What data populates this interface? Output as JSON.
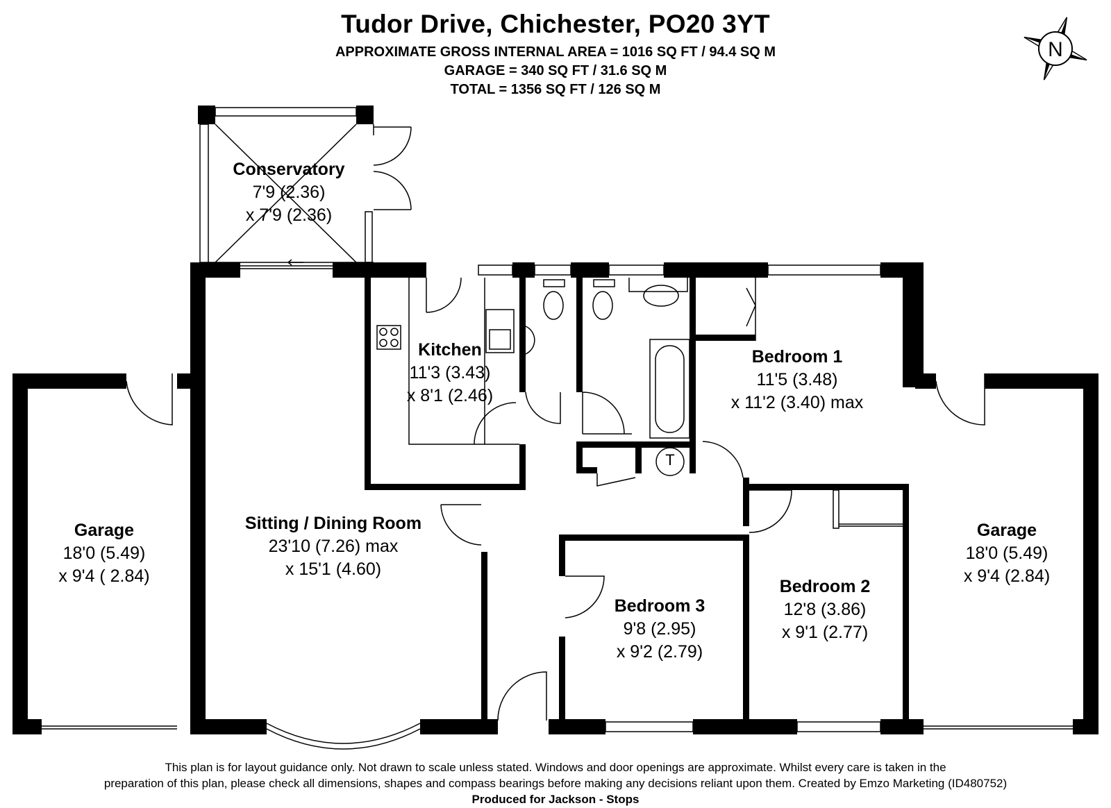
{
  "header": {
    "title": "Tudor Drive, Chichester, PO20 3YT",
    "area_line": "APPROXIMATE GROSS INTERNAL AREA = 1016 SQ FT / 94.4 SQ M",
    "garage_line": "GARAGE = 340 SQ FT / 31.6 SQ M",
    "total_line": "TOTAL = 1356 SQ FT / 126 SQ M"
  },
  "compass": {
    "label": "N"
  },
  "rooms": {
    "conservatory": {
      "name": "Conservatory",
      "dim1": "7'9 (2.36)",
      "dim2": "x 7'9 (2.36)"
    },
    "kitchen": {
      "name": "Kitchen",
      "dim1": "11'3 (3.43)",
      "dim2": "x 8'1 (2.46)"
    },
    "bedroom1": {
      "name": "Bedroom 1",
      "dim1": "11'5 (3.48)",
      "dim2": "x 11'2 (3.40) max"
    },
    "sitting": {
      "name": "Sitting / Dining Room",
      "dim1": "23'10 (7.26) max",
      "dim2": "x 15'1 (4.60)"
    },
    "bedroom3": {
      "name": "Bedroom 3",
      "dim1": "9'8 (2.95)",
      "dim2": "x 9'2 (2.79)"
    },
    "bedroom2": {
      "name": "Bedroom 2",
      "dim1": "12'8 (3.86)",
      "dim2": "x 9'1 (2.77)"
    },
    "garage_left": {
      "name": "Garage",
      "dim1": "18'0 (5.49)",
      "dim2": "x 9'4 ( 2.84)"
    },
    "garage_right": {
      "name": "Garage",
      "dim1": "18'0 (5.49)",
      "dim2": "x 9'4 (2.84)"
    }
  },
  "fixtures": {
    "tank_label": "T"
  },
  "footer": {
    "line1": "This plan is for layout guidance only. Not drawn to scale unless stated. Windows and door openings are approximate. Whilst every care is taken in the",
    "line2": "preparation of this plan, please check all dimensions, shapes and compass bearings before making any decisions reliant upon them. Created by Emzo Marketing (ID480752)",
    "line3": "Produced for Jackson - Stops"
  }
}
